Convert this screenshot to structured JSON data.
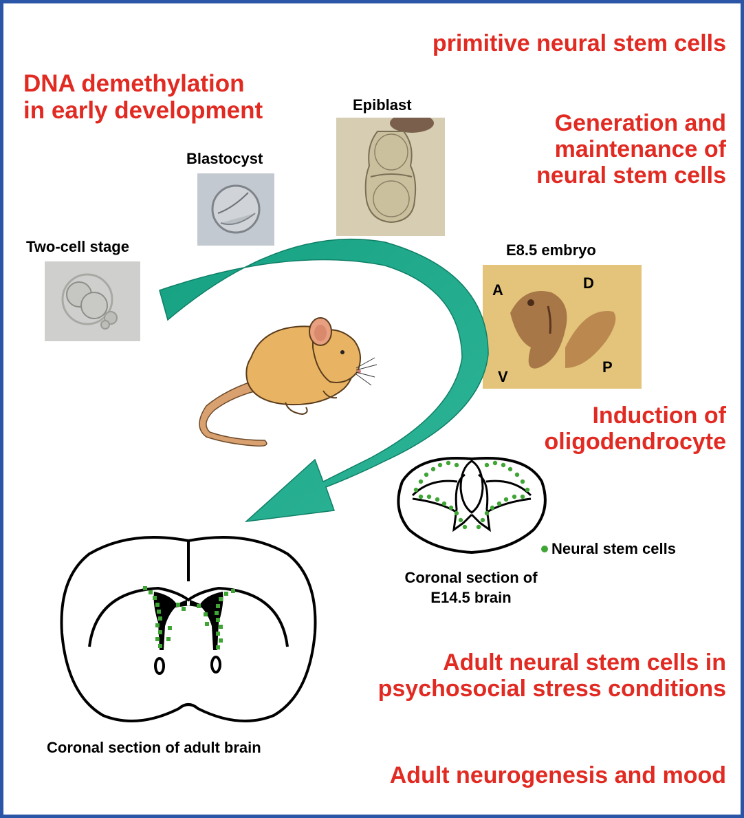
{
  "topics": {
    "primitive": "primitive neural stem cells",
    "dna_line1": "DNA demethylation",
    "dna_line2": "in early development",
    "gen_line1": "Generation and",
    "gen_line2": "maintenance of",
    "gen_line3": "neural stem cells",
    "oligo_line1": "Induction of",
    "oligo_line2": "oligodendrocyte",
    "adult_line1": "Adult neural stem cells in",
    "adult_line2": "psychosocial stress conditions",
    "mood": "Adult neurogenesis and mood"
  },
  "stages": {
    "two_cell": "Two-cell stage",
    "blastocyst": "Blastocyst",
    "epiblast": "Epiblast",
    "e85": "E8.5 embryo",
    "axis_a": "A",
    "axis_d": "D",
    "axis_v": "V",
    "axis_p": "P"
  },
  "brains": {
    "e145_line1": "Coronal section of",
    "e145_line2": "E14.5 brain",
    "adult_caption": "Coronal section of adult brain",
    "legend": "Neural stem cells"
  },
  "colors": {
    "heading_red": "#e12a22",
    "frame_blue": "#2b55a6",
    "arrow_teal": "#1fa88a",
    "stem_cell_green": "#3fa535",
    "mouse_body": "#e8b463"
  }
}
